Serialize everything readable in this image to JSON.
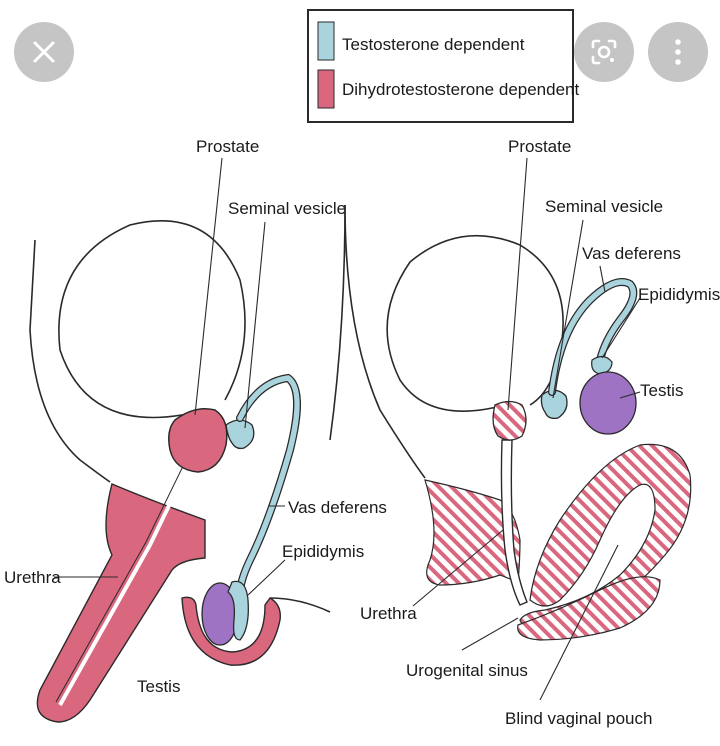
{
  "legend": {
    "testosterone": "Testosterone dependent",
    "dht": "Dihydrotestosterone dependent"
  },
  "colors": {
    "testosterone": "#a9d3dd",
    "dht": "#d9677e",
    "testis": "#9e73c3",
    "outline": "#2a2a2a"
  },
  "male": {
    "prostate": "Prostate",
    "seminal_vesicle": "Seminal vesicle",
    "vas_deferens": "Vas deferens",
    "epididymis": "Epididymis",
    "urethra": "Urethra",
    "testis": "Testis"
  },
  "female": {
    "prostate": "Prostate",
    "seminal_vesicle": "Seminal vesicle",
    "vas_deferens": "Vas deferens",
    "epididymis": "Epididymis",
    "testis": "Testis",
    "urethra": "Urethra",
    "urogenital_sinus": "Urogenital sinus",
    "blind_vaginal_pouch": "Blind vaginal pouch"
  },
  "overlay_icons": [
    "close-icon",
    "lens-icon",
    "more-vert-icon"
  ]
}
